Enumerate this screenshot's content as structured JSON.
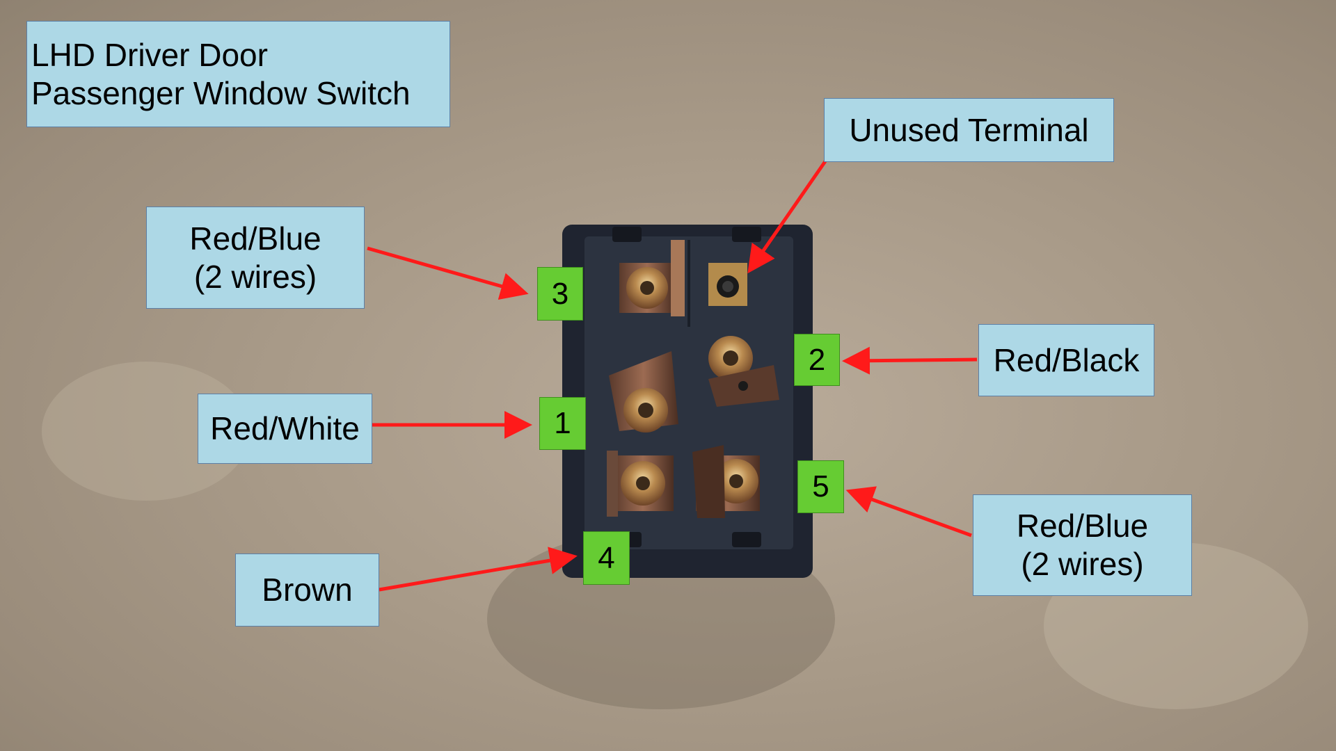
{
  "title": {
    "line1": "LHD Driver Door",
    "line2": "Passenger Window Switch"
  },
  "labels": {
    "unused": "Unused Terminal",
    "t3": "Red/Blue\n(2 wires)",
    "t2": "Red/Black",
    "t1": "Red/White",
    "t5": "Red/Blue\n(2 wires)",
    "t4": "Brown"
  },
  "terminals": {
    "n3": "3",
    "n2": "2",
    "n1": "1",
    "n5": "5",
    "n4": "4"
  },
  "colors": {
    "label_bg": "#add8e6",
    "number_bg": "#66cc33",
    "arrow": "#ff1a1a"
  }
}
